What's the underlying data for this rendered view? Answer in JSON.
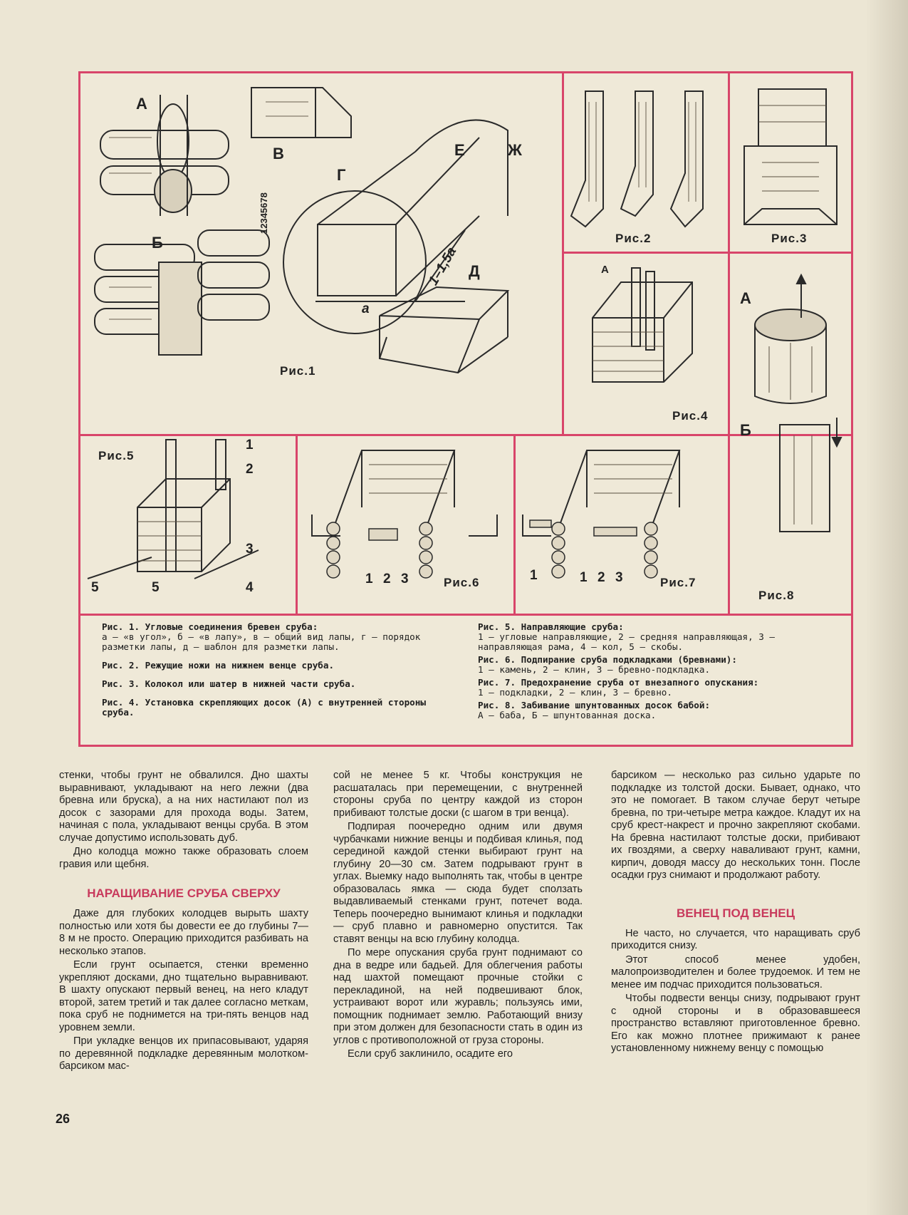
{
  "figures": {
    "fig1": {
      "label": "Рис.1",
      "letters": [
        "А",
        "Б",
        "В",
        "Г",
        "Д",
        "Е",
        "Ж"
      ],
      "dims": [
        "a",
        "1–1,5a"
      ],
      "scale": "12345678"
    },
    "fig2": {
      "label": "Рис.2"
    },
    "fig3": {
      "label": "Рис.3"
    },
    "fig4": {
      "label": "Рис.4",
      "letters": [
        "А"
      ]
    },
    "fig5": {
      "label": "Рис.5",
      "nums": [
        "1",
        "2",
        "3",
        "4",
        "5",
        "5"
      ]
    },
    "fig6": {
      "label": "Рис.6",
      "nums": [
        "1",
        "2",
        "3"
      ]
    },
    "fig7": {
      "label": "Рис.7",
      "nums": [
        "1",
        "1",
        "2",
        "3"
      ]
    },
    "fig8": {
      "label": "Рис.8",
      "letters": [
        "А",
        "Б"
      ]
    }
  },
  "captions": {
    "left": [
      {
        "head": "Рис. 1. Угловые соединения бревен сруба:",
        "body": "а — «в угол», б — «в лапу», в — общий вид лапы, г — порядок разметки лапы, д — шаблон для разметки лапы."
      },
      {
        "head": "Рис. 2. Режущие ножи на нижнем венце сруба.",
        "body": ""
      },
      {
        "head": "Рис. 3. Колокол или шатер в нижней части сруба.",
        "body": ""
      },
      {
        "head": "Рис. 4. Установка скрепляющих досок (А) с внутренней стороны сруба.",
        "body": ""
      }
    ],
    "right": [
      {
        "head": "Рис. 5. Направляющие сруба:",
        "body": "1 — угловые направляющие, 2 — средняя направляющая, 3 — направляющая рама, 4 — кол, 5 — скобы."
      },
      {
        "head": "Рис. 6. Подпирание сруба подкладками (бревнами):",
        "body": "1 — камень, 2 — клин, 3 — бревно-подкладка."
      },
      {
        "head": "Рис. 7. Предохранение сруба от внезапного опускания:",
        "body": "1 — подкладки, 2 — клин, 3 — бревно."
      },
      {
        "head": "Рис. 8. Забивание шпунтованных досок бабой:",
        "body": "А — баба, Б — шпунтованная доска."
      }
    ]
  },
  "columns": {
    "col1": {
      "p1": "стенки, чтобы грунт не обвалился. Дно шахты выравнивают, укладывают на него лежни (два бревна или бруска), а на них настилают пол из досок с зазорами для прохода воды. Затем, начиная с пола, укладывают венцы сруба. В этом случае допустимо использовать дуб.",
      "p2": "Дно колодца можно также образовать слоем гравия или щебня.",
      "heading": "НАРАЩИВАНИЕ СРУБА СВЕРХУ",
      "p3": "Даже для глубоких колодцев вырыть шахту полностью или хотя бы довести ее до глубины 7—8 м не просто. Операцию приходится разбивать на несколько этапов.",
      "p4": "Если грунт осыпается, стенки временно укрепляют досками, дно тщательно выравнивают. В шахту опускают первый венец, на него кладут второй, затем третий и так далее согласно меткам, пока сруб не поднимется на три-пять венцов над уровнем земли.",
      "p5": "При укладке венцов их припасовывают, ударяя по деревянной подкладке деревянным молотком-барсиком мас-"
    },
    "col2": {
      "p1": "сой не менее 5 кг. Чтобы конструкция не расшаталась при перемещении, с внутренней стороны сруба по центру каждой из сторон прибивают толстые доски (с шагом в три венца).",
      "p2": "Подпирая поочередно одним или двумя чурбачками нижние венцы и подбивая клинья, под серединой каждой стенки выбирают грунт на глубину 20—30 см. Затем подрывают грунт в углах. Выемку надо выполнять так, чтобы в центре образовалась ямка — сюда будет сползать выдавливаемый стенками грунт, потечет вода. Теперь поочередно вынимают клинья и подкладки — сруб плавно и равномерно опустится. Так ставят венцы на всю глубину колодца.",
      "p3": "По мере опускания сруба грунт поднимают со дна в ведре или бадьей. Для облегчения работы над шахтой помещают прочные стойки с перекладиной, на ней подвешивают блок, устраивают ворот или журавль; пользуясь ими, помощник поднимает землю. Работающий внизу при этом должен для безопасности стать в один из углов с противоположной от груза стороны.",
      "p4": "Если сруб заклинило, осадите его"
    },
    "col3": {
      "p1": "барсиком — несколько раз сильно ударьте по подкладке из толстой доски. Бывает, однако, что это не помогает. В таком случае берут четыре бревна, по три-четыре метра каждое. Кладут их на сруб крест-накрест и прочно закрепляют скобами. На бревна настилают толстые доски, прибивают их гвоздями, а сверху наваливают грунт, камни, кирпич, доводя массу до нескольких тонн. После осадки груз снимают и продолжают работу.",
      "heading": "ВЕНЕЦ ПОД ВЕНЕЦ",
      "p2": "Не часто, но случается, что наращивать сруб приходится снизу.",
      "p3": "Этот способ менее удобен, малопроизводителен и более трудоемок. И тем не менее им подчас приходится пользоваться.",
      "p4": "Чтобы подвести венцы снизу, подрывают грунт с одной стороны и в образовавшееся пространство вставляют приготовленное бревно. Его как можно плотнее прижимают к ранее установленному нижнему венцу с помощью"
    }
  },
  "page_number": "26"
}
